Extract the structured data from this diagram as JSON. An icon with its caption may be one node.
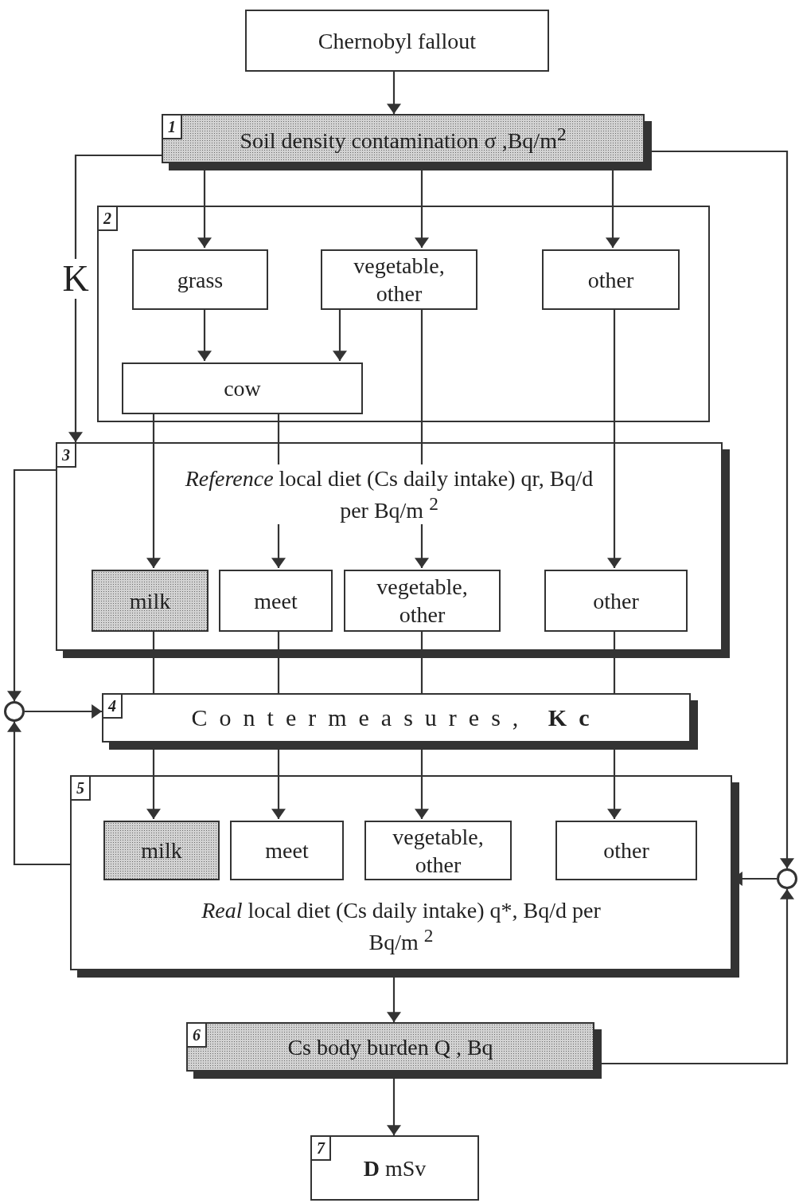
{
  "diagram": {
    "nodes": [
      {
        "text": [
          "Chernobyl fallout"
        ]
      },
      {
        "text": [
          "1",
          "Soil density contamination σ ,Bq/m$^{2}$"
        ]
      },
      {
        "text": [
          "2"
        ]
      },
      {
        "text": [
          "grass"
        ],
        "in": 2
      },
      {
        "text": [
          "vegetable, other"
        ],
        "in": 2
      },
      {
        "text": [
          "other"
        ],
        "in": 2
      },
      {
        "text": [
          "cow"
        ],
        "in": 2
      },
      {
        "text": [
          "3",
          "*Reference* local diet (Cs daily intake) qr, Bq/d per Bq/m $^{2}$"
        ]
      },
      {
        "text": [
          "milk"
        ],
        "in": 7
      },
      {
        "text": [
          "meet"
        ],
        "in": 7
      },
      {
        "text": [
          "vegetable, other"
        ],
        "in": 7
      },
      {
        "text": [
          "other"
        ],
        "in": 7
      },
      {
        "text": [
          "4",
          "Contermeasures, **Kc**"
        ]
      },
      {
        "text": [
          "5",
          "*Real* local diet (Cs daily intake) q*, Bq/d per Bq/m $^{2}$"
        ]
      },
      {
        "text": [
          "milk"
        ],
        "in": 13
      },
      {
        "text": [
          "meet"
        ],
        "in": 13
      },
      {
        "text": [
          "vegetable, other"
        ],
        "in": 13
      },
      {
        "text": [
          "other"
        ],
        "in": 13
      },
      {
        "text": [
          "6",
          "Cs body burden Q , Bq"
        ]
      },
      {
        "text": [
          "7",
          "**D** mSv"
        ]
      },
      {
        "text": [],
        "shape": "circle"
      },
      {
        "text": [],
        "shape": "circle"
      }
    ],
    "edges": [
      {
        "from": 0,
        "to": 1,
        "arrow": "to"
      },
      {
        "from": 1,
        "to": 3,
        "arrow": "to"
      },
      {
        "from": 1,
        "to": 4,
        "arrow": "to"
      },
      {
        "from": 1,
        "to": 5,
        "arrow": "to"
      },
      {
        "from": 1,
        "to": 7,
        "arrow": "to",
        "label": "K"
      },
      {
        "from": 1,
        "to": 21,
        "arrow": "to"
      },
      {
        "from": 3,
        "to": 6,
        "arrow": "to"
      },
      {
        "from": 4,
        "to": 6,
        "arrow": "to"
      },
      {
        "from": 6,
        "to": 8,
        "arrow": "to"
      },
      {
        "from": 6,
        "to": 9,
        "arrow": "to"
      },
      {
        "from": 4,
        "to": 10,
        "arrow": "to"
      },
      {
        "from": 5,
        "to": 11,
        "arrow": "to"
      },
      {
        "from": 8,
        "to": 12,
        "arrow": "none"
      },
      {
        "from": 9,
        "to": 12,
        "arrow": "none"
      },
      {
        "from": 10,
        "to": 12,
        "arrow": "none"
      },
      {
        "from": 11,
        "to": 12,
        "arrow": "none"
      },
      {
        "from": 12,
        "to": 14,
        "arrow": "to"
      },
      {
        "from": 12,
        "to": 15,
        "arrow": "to"
      },
      {
        "from": 12,
        "to": 16,
        "arrow": "to"
      },
      {
        "from": 12,
        "to": 17,
        "arrow": "to"
      },
      {
        "from": 7,
        "to": 20,
        "arrow": "to"
      },
      {
        "from": 13,
        "to": 20,
        "arrow": "to"
      },
      {
        "from": 20,
        "to": 12,
        "arrow": "to"
      },
      {
        "from": 18,
        "to": 21,
        "arrow": "to"
      },
      {
        "from": 21,
        "to": 13,
        "arrow": "to"
      },
      {
        "from": 13,
        "to": 18,
        "arrow": "to"
      },
      {
        "from": 18,
        "to": 19,
        "arrow": "to"
      }
    ]
  }
}
